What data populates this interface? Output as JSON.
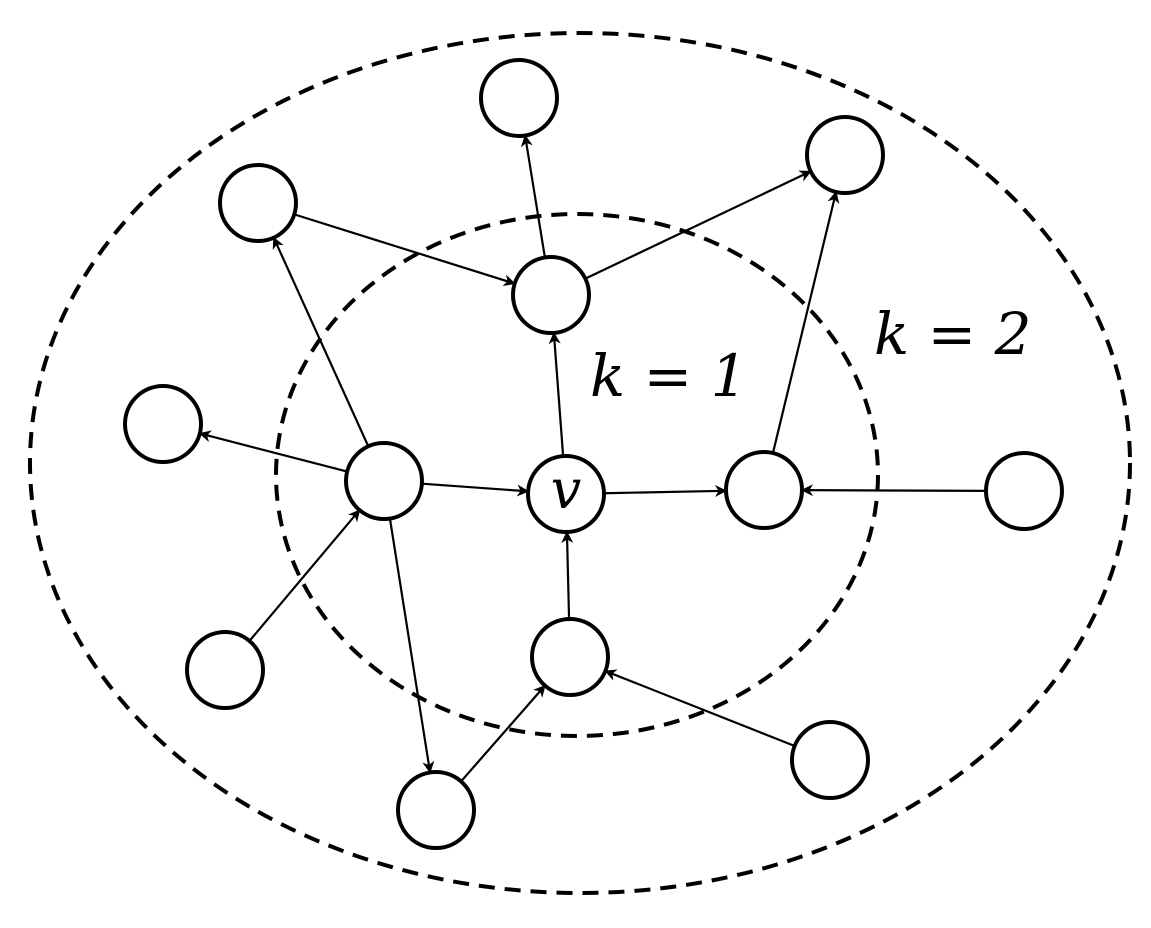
{
  "center_node": {
    "label": "v",
    "color": "#ED7D31"
  },
  "rings": [
    {
      "label": "k = 1"
    },
    {
      "label": "k = 2"
    }
  ],
  "nodes": [
    {
      "id": "v"
    },
    {
      "id": "top"
    },
    {
      "id": "top-right"
    },
    {
      "id": "upper-left"
    },
    {
      "id": "upper-center"
    },
    {
      "id": "far-left"
    },
    {
      "id": "left-hub"
    },
    {
      "id": "right-mid"
    },
    {
      "id": "far-right"
    },
    {
      "id": "lower-left"
    },
    {
      "id": "lower-center"
    },
    {
      "id": "bottom"
    },
    {
      "id": "lower-right"
    }
  ],
  "edges": [
    {
      "from": "left-hub",
      "to": "v"
    },
    {
      "from": "v",
      "to": "right-mid"
    },
    {
      "from": "lower-center",
      "to": "v"
    },
    {
      "from": "v",
      "to": "upper-center"
    },
    {
      "from": "upper-center",
      "to": "top"
    },
    {
      "from": "upper-center",
      "to": "top-right"
    },
    {
      "from": "upper-left",
      "to": "upper-center"
    },
    {
      "from": "left-hub",
      "to": "upper-left"
    },
    {
      "from": "left-hub",
      "to": "far-left"
    },
    {
      "from": "lower-left",
      "to": "left-hub"
    },
    {
      "from": "left-hub",
      "to": "bottom"
    },
    {
      "from": "bottom",
      "to": "lower-center"
    },
    {
      "from": "lower-right",
      "to": "lower-center"
    },
    {
      "from": "far-right",
      "to": "right-mid"
    },
    {
      "from": "right-mid",
      "to": "top-right"
    }
  ]
}
